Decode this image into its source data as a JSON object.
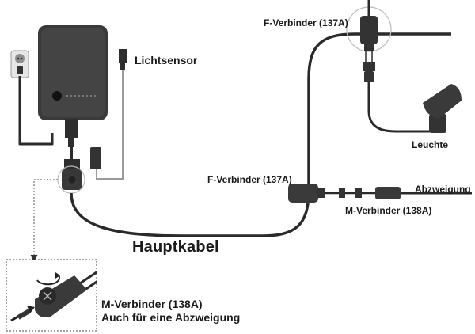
{
  "labels": {
    "light_sensor": "Lichtsensor",
    "main_cable": "Hauptkabel",
    "f_connector_top": "F-Verbinder (137A)",
    "f_connector_mid": "F-Verbinder (137A)",
    "lamp": "Leuchte",
    "branch": "Abzweigung",
    "m_connector_branch": "M-Verbinder (138A)",
    "m_connector_detail": "M-Verbinder (138A)",
    "m_connector_detail_note": "Auch für eine Abzweigung"
  },
  "colors": {
    "cable": "#2a2a2a",
    "device": "#3a3a3a",
    "text": "#1a1a1a",
    "sensor_wire": "#9a9a9a",
    "highlight_circle": "#bbbbbb"
  }
}
